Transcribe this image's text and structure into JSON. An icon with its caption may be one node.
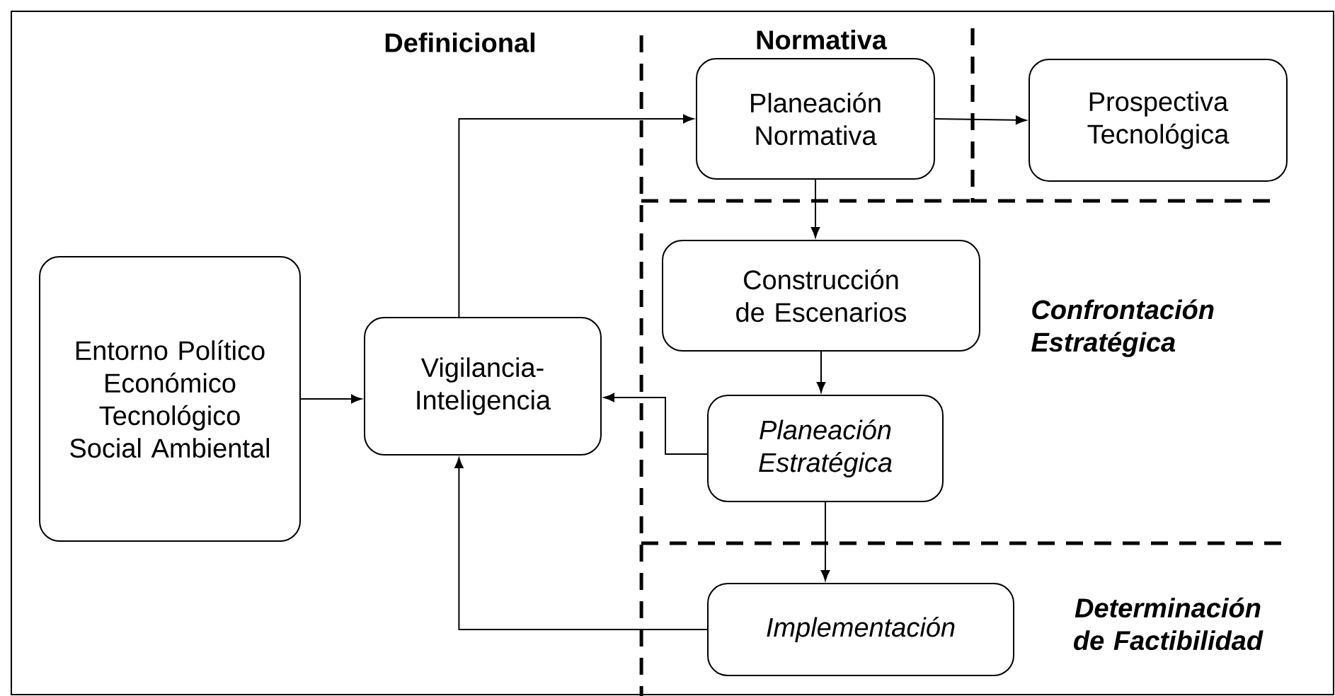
{
  "diagram": {
    "nodes": [
      {
        "text": [
          "Entorno Político Económico Tecnológico Social Ambiental"
        ]
      },
      {
        "text": [
          "Vigilancia- Inteligencia"
        ]
      },
      {
        "text": [
          "Planeación Normativa"
        ]
      },
      {
        "text": [
          "Prospectiva Tecnológica"
        ]
      },
      {
        "text": [
          "Construcción de Escenarios"
        ]
      },
      {
        "text": [
          "Planeación Estratégica"
        ]
      },
      {
        "text": [
          "Implementación"
        ]
      }
    ],
    "edges": [
      {
        "from": 0,
        "to": 1,
        "arrow": "to"
      },
      {
        "from": 1,
        "to": 2,
        "arrow": "to"
      },
      {
        "from": 2,
        "to": 3,
        "arrow": "to"
      },
      {
        "from": 2,
        "to": 4,
        "arrow": "to"
      },
      {
        "from": 4,
        "to": 5,
        "arrow": "to"
      },
      {
        "from": 5,
        "to": 1,
        "arrow": "to"
      },
      {
        "from": 5,
        "to": 6,
        "arrow": "to"
      },
      {
        "from": 6,
        "to": 1,
        "arrow": "to"
      }
    ],
    "labels": [
      "Definicional",
      "Normativa",
      "Confrontación Estratégica",
      "Determinación de Factibilidad"
    ]
  }
}
